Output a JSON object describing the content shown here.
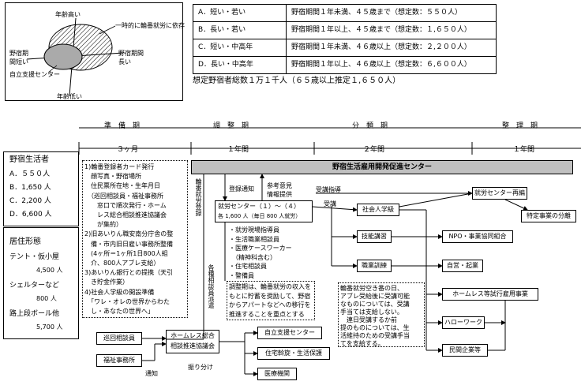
{
  "legend": {
    "age_high": "年齢高い",
    "age_low": "年齢低い",
    "period_long": "野宿期間長い",
    "period_short": "野宿期間短い",
    "callout_temp": "一時的に輪番就労に依存",
    "callout_support": "自立支援センター"
  },
  "cases": [
    {
      "label": "A．短い・若い",
      "desc": "野宿期間１年未満、４５歳まで（想定数：５５０人）"
    },
    {
      "label": "B．長い・若い",
      "desc": "野宿期間１年以上、４５歳まで（想定数：１,６５０人）"
    },
    {
      "label": "C．短い・中高年",
      "desc": "野宿期間１年未満、４６歳以上（想定数：２,２００人）"
    },
    {
      "label": "D．長い・中高年",
      "desc": "野宿期間１年以上、４６歳以上（想定数：６,６００人）"
    }
  ],
  "total": "想定野宿者総数１万１千人（６５歳以上推定１,６５０人）",
  "phases": [
    {
      "name": "準　備　期",
      "duration": "３ヶ月"
    },
    {
      "name": "調　整　期",
      "duration": "１年間"
    },
    {
      "name": "分　類　期",
      "duration": "２年間"
    },
    {
      "name": "整　理　期",
      "duration": "１年間"
    }
  ],
  "homeless": {
    "title": "野宿生活者",
    "items": [
      "A．５５０人",
      "B．1,650 人",
      "C．2,200 人",
      "D．6,600 人"
    ]
  },
  "residence": {
    "title": "居住形態",
    "items": [
      {
        "label": "テント・仮小屋",
        "value": "4,500 人"
      },
      {
        "label": "シェルターなど",
        "value": "800 人"
      },
      {
        "label": "路上段ボール他",
        "value": "5,700 人"
      }
    ]
  },
  "prep_notes": [
    "1)輪番登録者カード発行",
    "　顔写真・野宿場所",
    "　住民票所在地・生年月日",
    "　（巡回相談員・福祉事務所",
    "　　窓口で順次発行・ホーム",
    "　　レス総合相談推進協議会",
    "　　が集約）",
    "2)旧あいりん職安南分庁舎の整",
    "　備・市内旧日雇い事務所整備",
    "　(4ヶ所＝1ヶ所1日800人組",
    "　介、800人アブレ支給）",
    "3)あいりん銀行との提携（天引",
    "　き貯金作業）",
    "4)社会人学級の開設準備",
    "　「ワレ・オレの世界からわた",
    "　し・あなたの世界へ」"
  ],
  "center_banner": "野宿生活雇用開発促進センター",
  "vertical_labels": {
    "rotation": "輪番就労登録",
    "consult": "各種相談員派遣"
  },
  "registration_notice": "登録通知",
  "reference_opinion": "参考意見情報提供",
  "work_center": {
    "line1": "就労センター（１）～（４）",
    "line2": "各 1,600 人（毎日 800 人就労）"
  },
  "staff": [
    "・就労現場指導員",
    "・生活職業相談員",
    "・医療ケースワーカー",
    "　（精神科含む）",
    "・住宅相談員",
    "・警備員"
  ],
  "adjust_note": [
    "調整期は、輪番就労の収入を",
    "もとに貯蓄を奨励して、野宿",
    "からアパートなどへの移行を",
    "推進することを重点とする"
  ],
  "classify_note": [
    "輪番就労空き番の日、",
    "アブレ受給後に受講可能",
    "なものについては、受講",
    "手当ては支給しない。",
    "　連日受講するか前",
    "提のものについては、生",
    "活維持のための受講手当",
    "てを支給する。"
  ],
  "training": {
    "guidance": "受講指導",
    "course": "受講",
    "class": "社会人学級",
    "skills": "技能講習",
    "job_training": "職業訓練"
  },
  "outcomes": {
    "reorg": "就労センター再編",
    "split": "特定事業の分離",
    "npo": "NPO・事業協同組合",
    "self_employed": "自営・起業",
    "trial": "ホームレス等試行雇用事業",
    "hellowork": "ハローワーク",
    "private": "民間企業等"
  },
  "intake": {
    "patrol": "巡回相談員",
    "welfare": "福祉事務所",
    "council_line1": "ホームレス総合",
    "council_line2": "相談推進協議会",
    "notice": "通知",
    "allocate": "振り分け"
  },
  "destinations": [
    "自立支援センター",
    "住宅斡旋・生活保護",
    "医療機関"
  ]
}
